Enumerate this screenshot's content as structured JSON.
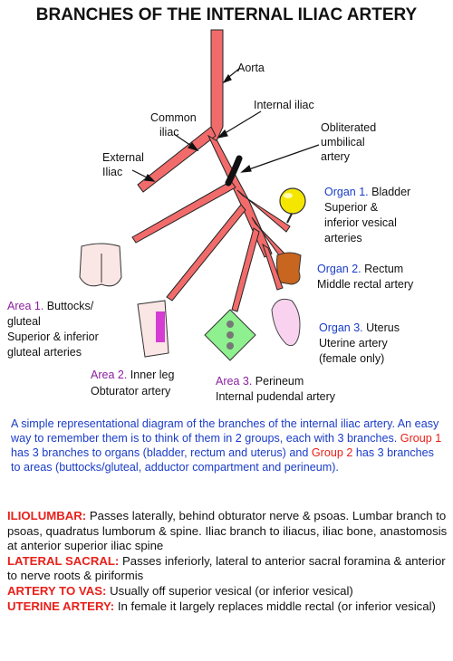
{
  "title": "BRANCHES OF THE INTERNAL ILIAC ARTERY",
  "labels": {
    "aorta": "Aorta",
    "internal_iliac": "Internal iliac",
    "common_iliac_1": "Common",
    "common_iliac_2": "iliac",
    "external_iliac_1": "External",
    "external_iliac_2": "Iliac",
    "obliterated_1": "Obliterated",
    "obliterated_2": "umbilical",
    "obliterated_3": "artery"
  },
  "organs": [
    {
      "tag": "Organ 1.",
      "name": "Bladder",
      "lines": [
        "Superior &",
        "inferior vesical",
        "arteries"
      ]
    },
    {
      "tag": "Organ 2.",
      "name": "Rectum",
      "lines": [
        "Middle rectal artery"
      ]
    },
    {
      "tag": "Organ 3.",
      "name": "Uterus",
      "lines": [
        "Uterine artery",
        "(female only)"
      ]
    }
  ],
  "areas": [
    {
      "tag": "Area 1.",
      "name": "Buttocks/",
      "lines": [
        "gluteal",
        "Superior & inferior",
        "gluteal arteries"
      ]
    },
    {
      "tag": "Area 2.",
      "name": "Inner leg",
      "lines": [
        "Obturator artery"
      ]
    },
    {
      "tag": "Area 3.",
      "name": "Perineum",
      "lines": [
        "Internal pudendal artery"
      ]
    }
  ],
  "caption": {
    "part1": "A simple representational diagram of the branches of the internal iliac artery. An easy way to remember them is to think of them in 2 groups, each with 3 branches. ",
    "group1": "Group 1",
    "part2": " has 3 branches to organs (bladder, rectum and uterus) and ",
    "group2": "Group 2",
    "part3": " has 3 branches to areas (buttocks/gluteal, adductor compartment and perineum)."
  },
  "notes": [
    {
      "head": "ILIOLUMBAR:",
      "text": " Passes laterally, behind obturator nerve & psoas. Lumbar branch to psoas, quadratus lumborum & spine. Iliac branch to iliacus, iliac bone, anastomosis at anterior superior iliac spine"
    },
    {
      "head": "LATERAL SACRAL:",
      "text": " Passes inferiorly, lateral to anterior sacral foramina & anterior to nerve roots & piriformis"
    },
    {
      "head": "ARTERY TO VAS:",
      "text": " Usually off superior vesical (or inferior vesical)"
    },
    {
      "head": "UTERINE ARTERY:",
      "text": " In female it largely replaces middle rectal (or inferior vesical)"
    }
  ],
  "colors": {
    "artery": "#f26b6b",
    "blue_text": "#1a3cc8",
    "purple_text": "#8a1fa0",
    "red_text": "#e8201a"
  }
}
